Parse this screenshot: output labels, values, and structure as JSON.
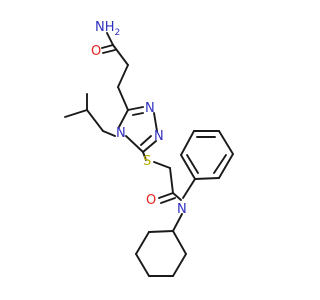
{
  "colors": {
    "bond": "#1a1a1a",
    "carbon": "#1a1a1a",
    "nitrogen": "#2f2fbf",
    "oxygen": "#e8211f",
    "sulfur": "#b8b000",
    "background": "#ffffff"
  },
  "atoms": {
    "amide_n": "NH",
    "amide_n_h_count": "2",
    "amide_o": "O",
    "triazole_n4": "N",
    "triazole_n1": "N",
    "triazole_n2": "N",
    "thioether_s": "S",
    "acetamide_o": "O",
    "acetamide_n": "N"
  }
}
